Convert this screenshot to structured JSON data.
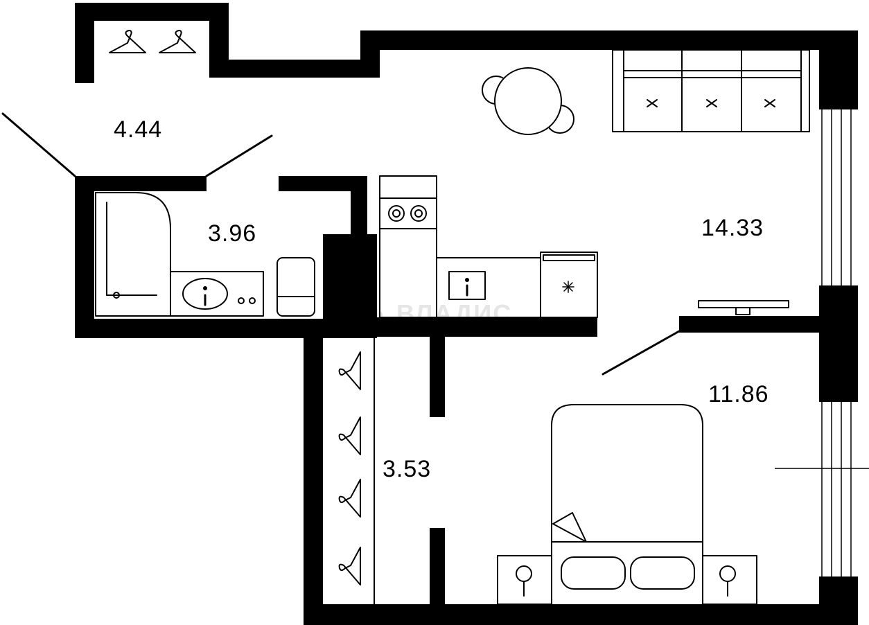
{
  "rooms": {
    "storage_top": {
      "area": "4.44"
    },
    "bathroom": {
      "area": "3.96"
    },
    "living_kitchen": {
      "area": "14.33"
    },
    "bedroom": {
      "area": "11.86"
    },
    "wardrobe": {
      "area": "3.53"
    }
  },
  "watermark": {
    "text": "ВЛАДИС"
  },
  "colors": {
    "wall": "#000000",
    "background": "#ffffff",
    "watermark": "#e6e6e6"
  }
}
